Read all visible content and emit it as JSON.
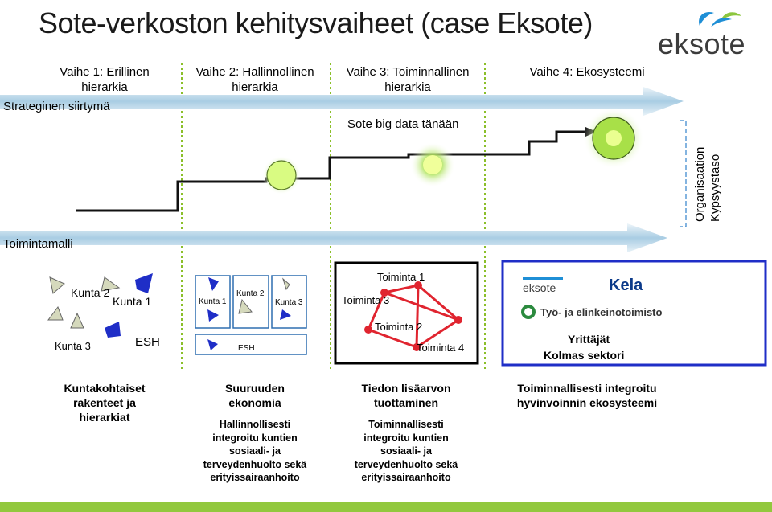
{
  "title": "Sote-verkoston kehitysvaiheet (case Eksote)",
  "logo": {
    "text": "eksote"
  },
  "phases": [
    {
      "line1": "Vaihe 1: Erillinen",
      "line2": "hierarkia"
    },
    {
      "line1": "Vaihe 2: Hallinnollinen",
      "line2": "hierarkia"
    },
    {
      "line1": "Vaihe 3: Toiminnallinen",
      "line2": "hierarkia"
    },
    {
      "line1": "Vaihe 4: Ekosysteemi",
      "line2": ""
    }
  ],
  "arrows": {
    "strategic": "Strateginen siirtymä",
    "operating_model": "Toimintamalli"
  },
  "big_data_label": "Sote big data tänään",
  "maturity_label": {
    "line1": "Organisaation",
    "line2": "Kypsyystaso"
  },
  "phase1": {
    "kunta2": "Kunta 2",
    "kunta1": "Kunta 1",
    "kunta3": "Kunta 3",
    "esh": "ESH"
  },
  "phase2": {
    "kunta1": "Kunta 1",
    "kunta2": "Kunta 2",
    "kunta3": "Kunta 3",
    "esh": "ESH"
  },
  "phase3": {
    "t1": "Toiminta 1",
    "t3": "Toiminta 3",
    "t2": "Toiminta 2",
    "t4": "Toiminta 4"
  },
  "phase4": {
    "eksote": "eksote",
    "kela": "Kela",
    "tyo": "Työ- ja elinkeinotoimisto",
    "yrittajat": "Yrittäjät",
    "kolmas": "Kolmas sektori"
  },
  "bottom": [
    {
      "heading": [
        "Kuntakohtaiset",
        "rakenteet ja",
        "hierarkiat"
      ],
      "detail": []
    },
    {
      "heading": [
        "Suuruuden",
        "ekonomia"
      ],
      "detail": [
        "Hallinnollisesti",
        "integroitu kuntien",
        "sosiaali- ja",
        "terveydenhuolto sekä",
        "erityissairaanhoito"
      ]
    },
    {
      "heading": [
        "Tiedon lisäarvon",
        "tuottaminen"
      ],
      "detail": [
        "Toiminnallisesti",
        "integroitu kuntien",
        "sosiaali- ja",
        "terveydenhuolto sekä",
        "erityissairaanhoito"
      ]
    },
    {
      "heading": [
        "Toiminnallisesti integroitu",
        "hyvinvoinnin ekosysteemi"
      ],
      "detail": []
    }
  ],
  "colors": {
    "arrow": "#b9d6e6",
    "divider": "#8bbf2a",
    "node": "#c8ee6a",
    "edge": "#e0242f",
    "footer": "#92c83e"
  }
}
